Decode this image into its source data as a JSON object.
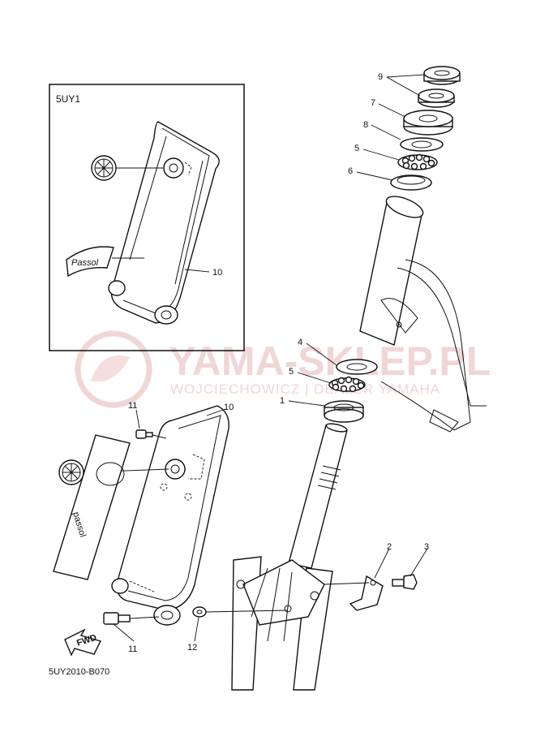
{
  "inset": {
    "label": "5UY1"
  },
  "watermark": {
    "brand": "YAMA-SKLEP.PL",
    "tagline": "WOJCIECHOWICZ | DEALER YAMAHA"
  },
  "callouts": {
    "c1": "1",
    "c2": "2",
    "c3": "3",
    "c4": "4",
    "c5a": "5",
    "c5b": "5",
    "c6": "6",
    "c7": "7",
    "c8": "8",
    "c9": "9",
    "c10a": "10",
    "c10b": "10",
    "c11a": "11",
    "c11b": "11",
    "c12": "12"
  },
  "decal_texts": {
    "passol_main": "passol",
    "passol_inset": "Passol"
  },
  "fwd": "FWD",
  "diagram_code": "5UY2010-B070",
  "colors": {
    "ink": "#111111",
    "watermark": "#f1d6d6",
    "background": "#ffffff"
  }
}
